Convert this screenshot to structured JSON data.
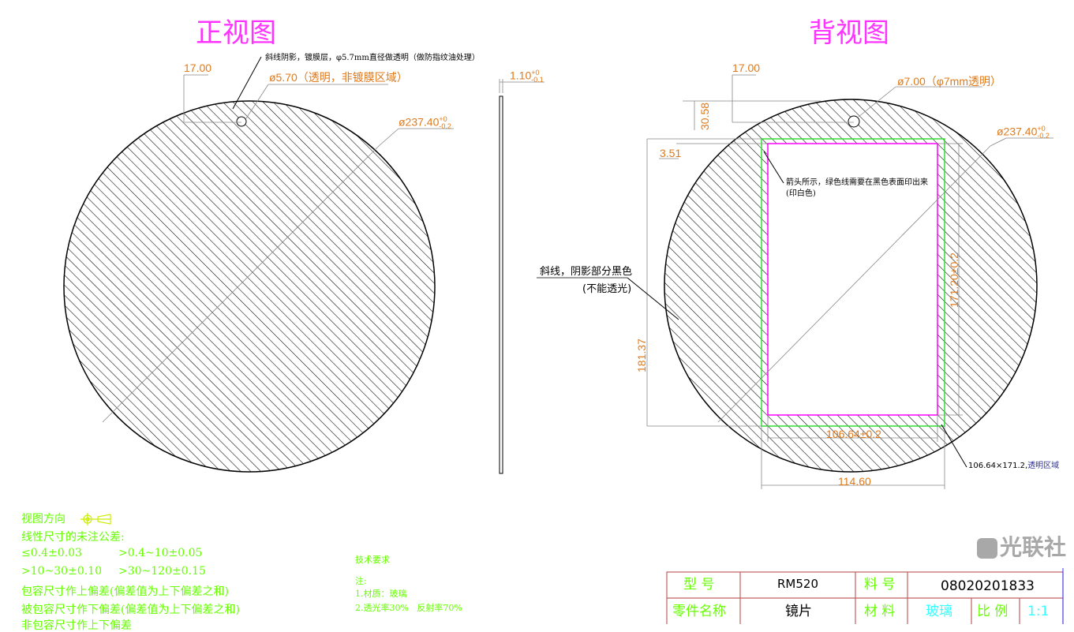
{
  "views": {
    "front_title": "正视图",
    "back_title": "背视图"
  },
  "front": {
    "dim_offset": "17.00",
    "hatch_note": "斜线阴影，镀膜层，φ5.7mm直径做透明（做防指纹油处理）",
    "hole_dim": "ø5.70（透明，非镀膜区域）",
    "diameter": "ø237.40",
    "diameter_tol_upper": "+0",
    "diameter_tol_lower": "-0.2"
  },
  "side": {
    "thickness": "1.10",
    "tol_upper": "+0",
    "tol_lower": "-0.1"
  },
  "back": {
    "dim_offset": "17.00",
    "dim_vertical_hole": "30.58",
    "dim_margin": "3.51",
    "hole_dim": "ø7.00（φ7mm透明）",
    "diameter": "ø237.40",
    "diameter_tol_upper": "+0",
    "diameter_tol_lower": "-0.2",
    "arrow_note_line1": "箭头所示，绿色线需要在黑色表面印出来",
    "arrow_note_line2": "(印白色)",
    "hatch_note_line1": "斜线，阴影部分黑色",
    "hatch_note_line2": "(不能透光)",
    "dim_height_total": "181.37",
    "dim_height_clear": "171.20±0.2",
    "dim_width_clear": "106.64±0.2",
    "dim_width_outer": "114.60",
    "clear_area_note_size": "106.64×171.2,",
    "clear_area_note_label": "透明区域"
  },
  "notes": {
    "view_direction": "视图方向",
    "tolerance_title": "线性尺寸的未注公差:",
    "tol_row1_a": "≤0.4±0.03",
    "tol_row1_b": ">0.4~10±0.05",
    "tol_row2_a": ">10~30±0.10",
    "tol_row2_b": ">30~120±0.15",
    "line_containing": "包容尺寸作上偏差(偏差值为上下偏差之和)",
    "line_contained": "被包容尺寸作下偏差(偏差值为上下偏差之和)",
    "line_partial": "非包容尺寸作上下偏差"
  },
  "tech": {
    "title": "技术要求",
    "note_label": "注:",
    "item1": "1.材质：玻璃",
    "item2": "2.透光率30%   反射率70%"
  },
  "title_block": {
    "model_label": "型 号",
    "model_value": "RM520",
    "part_no_label": "料 号",
    "part_no_value": "08020201833",
    "part_name_label": "零件名称",
    "part_name_value": "镜片",
    "material_label": "材 料",
    "material_value": "玻璃",
    "scale_label": "比 例",
    "scale_value": "1:1"
  },
  "watermark": "光联社",
  "colors": {
    "hatch": "#000000",
    "dimension": "#e07a1a",
    "title": "#ff33ff",
    "notes": "#66ff00",
    "print_line": "#33dd33",
    "clear_border": "#ff00ff",
    "table_border": "#c06060"
  }
}
